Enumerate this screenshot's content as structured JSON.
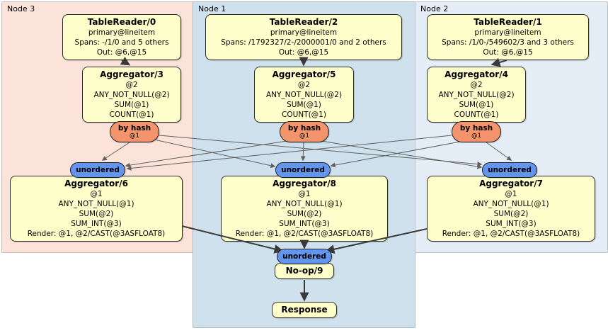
{
  "regions": {
    "node3": {
      "label": "Node 3"
    },
    "node1": {
      "label": "Node 1"
    },
    "node2": {
      "label": "Node 2"
    }
  },
  "processors": {
    "tr0": {
      "title": "TableReader/0",
      "lines": [
        "primary@lineitem",
        "Spans: -/1/0 and 5 others",
        "Out: @6,@15"
      ]
    },
    "tr2": {
      "title": "TableReader/2",
      "lines": [
        "primary@lineitem",
        "Spans: /1792327/2-/2000001/0 and 2 others",
        "Out: @6,@15"
      ]
    },
    "tr1": {
      "title": "TableReader/1",
      "lines": [
        "primary@lineitem",
        "Spans: /1/0-/549602/3 and 3 others",
        "Out: @6,@15"
      ]
    },
    "ag3": {
      "title": "Aggregator/3",
      "lines": [
        "@2",
        "ANY_NOT_NULL(@2)",
        "SUM(@1)",
        "COUNT(@1)"
      ]
    },
    "ag5": {
      "title": "Aggregator/5",
      "lines": [
        "@2",
        "ANY_NOT_NULL(@2)",
        "SUM(@1)",
        "COUNT(@1)"
      ]
    },
    "ag4": {
      "title": "Aggregator/4",
      "lines": [
        "@2",
        "ANY_NOT_NULL(@2)",
        "SUM(@1)",
        "COUNT(@1)"
      ]
    },
    "ag6": {
      "title": "Aggregator/6",
      "lines": [
        "@1",
        "ANY_NOT_NULL(@1)",
        "SUM(@2)",
        "SUM_INT(@3)",
        "Render: @1, @2/CAST(@3ASFLOAT8)"
      ]
    },
    "ag8": {
      "title": "Aggregator/8",
      "lines": [
        "@1",
        "ANY_NOT_NULL(@1)",
        "SUM(@2)",
        "SUM_INT(@3)",
        "Render: @1, @2/CAST(@3ASFLOAT8)"
      ]
    },
    "ag7": {
      "title": "Aggregator/7",
      "lines": [
        "@1",
        "ANY_NOT_NULL(@1)",
        "SUM(@2)",
        "SUM_INT(@3)",
        "Render: @1, @2/CAST(@3ASFLOAT8)"
      ]
    },
    "noop": {
      "title": "No-op/9"
    },
    "response": {
      "title": "Response"
    }
  },
  "routers": {
    "byhash": {
      "label": "by hash",
      "sub": "@1"
    },
    "unordered": {
      "label": "unordered"
    }
  },
  "colors": {
    "processor_box": "#FFFFCC",
    "hash_router": "#F4946C",
    "unordered_merger": "#6495ED",
    "region_node3": "#FBE3D9",
    "region_node1": "#CEE1EC",
    "region_node2": "#E5EEF7",
    "edge": "#3A3A3A"
  }
}
